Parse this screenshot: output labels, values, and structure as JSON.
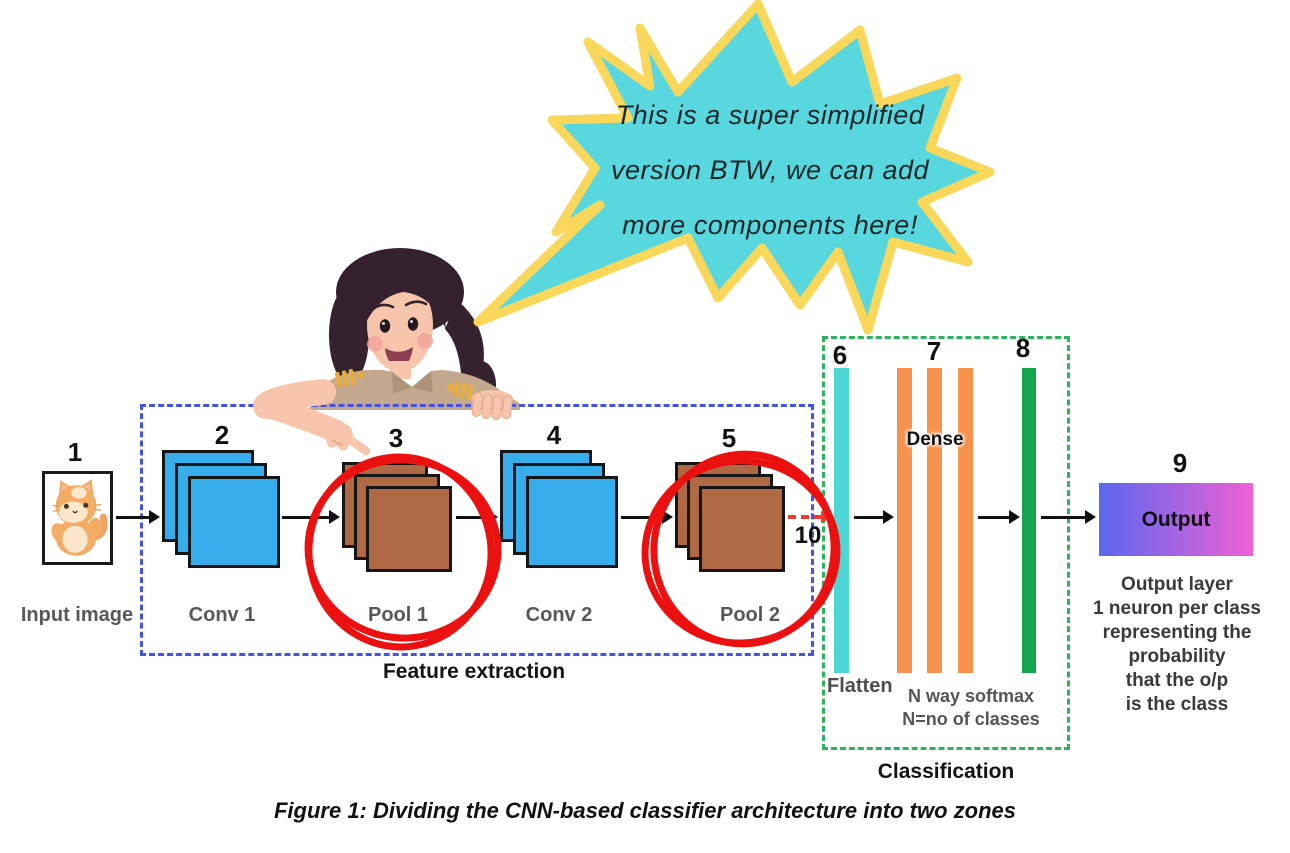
{
  "figure": {
    "caption": "Figure 1: Dividing the CNN-based classifier architecture into two zones"
  },
  "speech_bubble": {
    "lines": [
      "This is a super simplified",
      "version BTW, we can add",
      "more components here!"
    ]
  },
  "zones": {
    "feature_extraction": {
      "label": "Feature extraction"
    },
    "classification": {
      "label": "Classification"
    }
  },
  "nodes": {
    "input": {
      "number": "1",
      "label": "Input image"
    },
    "conv1": {
      "number": "2",
      "label": "Conv 1"
    },
    "pool1": {
      "number": "3",
      "label": "Pool 1"
    },
    "conv2": {
      "number": "4",
      "label": "Conv 2"
    },
    "pool2": {
      "number": "5",
      "label": "Pool 2"
    },
    "flatten": {
      "number": "6",
      "label": "Flatten"
    },
    "dense": {
      "number": "7",
      "label": "Dense",
      "note_line1": "N way softmax",
      "note_line2": "N=no of classes"
    },
    "softmax": {
      "number": "8"
    },
    "output": {
      "number": "9",
      "label": "Output",
      "description_lines": [
        "Output layer",
        "1 neuron per class",
        "representing the",
        "probability",
        "that the o/p",
        "is the class"
      ]
    },
    "skip": {
      "number": "10"
    }
  },
  "colors": {
    "conv": "#38adec",
    "pool": "#af6a45",
    "flatten_bar": "#4fd6d6",
    "dense_bar": "#f6924d",
    "softmax_bar": "#14a64e",
    "feature_zone_border": "#4353e6",
    "class_zone_border": "#2bb45d",
    "highlight": "#eb1111",
    "skip_arrow": "#f23b30",
    "output_gradient_start": "#5b67ef",
    "output_gradient_end": "#ee61d4",
    "bubble_fill": "#58d8de",
    "bubble_border": "#f8d75a"
  }
}
